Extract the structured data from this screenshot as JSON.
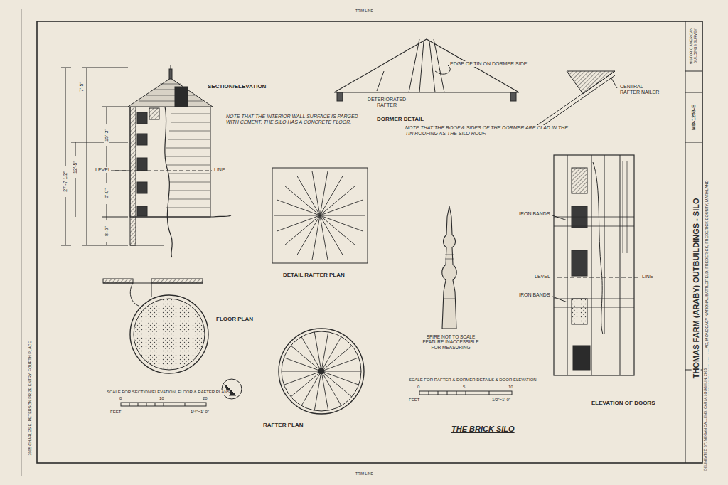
{
  "diagram": {
    "title": "THOMAS FARM (ARABY) OUTBUILDINGS - SILO",
    "labels": [
      "SECTION/ELEVATION",
      "7'-5\"",
      "15'-3\"",
      "12'-5\"",
      "27'-7 1/2\"",
      "6'-0\"",
      "8'-5\"",
      "LEVEL",
      "LINE",
      "NOTE THAT THE INTERIOR WALL SURFACE IS PARGED WITH CEMENT. THE SILO HAS A CONCRETE FLOOR.",
      "EDGE OF TIN ON DORMER SIDE",
      "DETERIORATED RAFTER",
      "DORMER DETAIL",
      "NOTE THAT THE ROOF & SIDES OF THE DORMER ARE CLAD IN THE TIN ROOFING AS THE SILO ROOF.",
      "CENTRAL RAFTER NAILER",
      "DETAIL RAFTER PLAN",
      "FLOOR PLAN",
      "SCALE FOR SECTION/ELEVATION, FLOOR & RAFTER PLANS",
      "FEET",
      "1/4\"=1'-0\"",
      "RAFTER PLAN",
      "SPIRE NOT TO SCALE FEATURE INACCESSIBLE FOR MEASURING",
      "SCALE FOR RAFTER & DORMER DETAILS & DOOR ELEVATION",
      "FEET",
      "1/2\"=1'-0\"",
      "THE BRICK SILO",
      "IRON BANDS",
      "IRON BANDS",
      "LEVEL",
      "LINE",
      "ELEVATION OF DOORS",
      "4632 ARABY CHURCH ROAD, MONOCACY NATIONAL BATTLEFIELD, FREDERICK, FREDERICK COUNTY, MARYLAND",
      "HISTORIC AMERICAN BUILDINGS SURVEY",
      "MD-1253-E",
      "DELINEATED BY: MEGAN CALLENS, CARLA LOUGHLIN, 2005",
      "2005 CHARLES E. PETERSON PRIZE ENTRY, FOURTH PLACE",
      "TRIM LINE",
      "TRIM LINE",
      "0",
      "10",
      "20",
      "0",
      "5",
      "10"
    ]
  }
}
